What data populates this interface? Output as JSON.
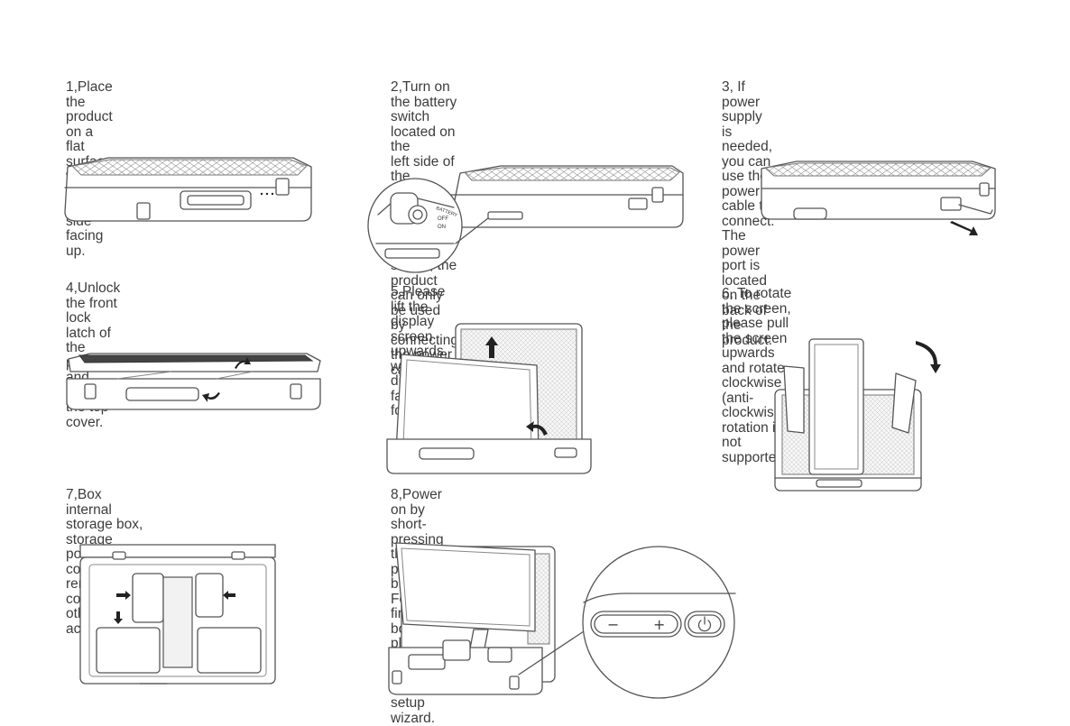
{
  "steps": [
    {
      "text": "1,Place the product on a flat surface\nwith the front side facing up."
    },
    {
      "text": "2,Turn on the battery switch located on the\nleft side of the product. (After turning off the\nbattery switch, the product can only be used\nby connecting the power cable)"
    },
    {
      "text": "3, If power supply  is needed, you can use the\npower cable to connect. The power port is\nlocated on the back of the product."
    },
    {
      "text": "4,Unlock the front lock latch of the\nproduct and open the top cover."
    },
    {
      "text": "5,Please lift the display screen upwards,\nwith the display facing forward."
    },
    {
      "text": "6, To rotate the screen, please pull the screen\nupwards and rotate clockwise (anti-clockwise\nrotation is not supported)."
    },
    {
      "text": "7,Box internal storage box, storage power\ncord, remote control and other accessories."
    },
    {
      "text": "8,Power on by short-pressing the power button.\nFor the first boot, please follow the on-screen\nsetup wizard."
    }
  ],
  "battery_label": {
    "title": "BATTERY",
    "off": "OFF",
    "on": "ON"
  },
  "buttons": {
    "minus": "−",
    "plus": "+"
  }
}
